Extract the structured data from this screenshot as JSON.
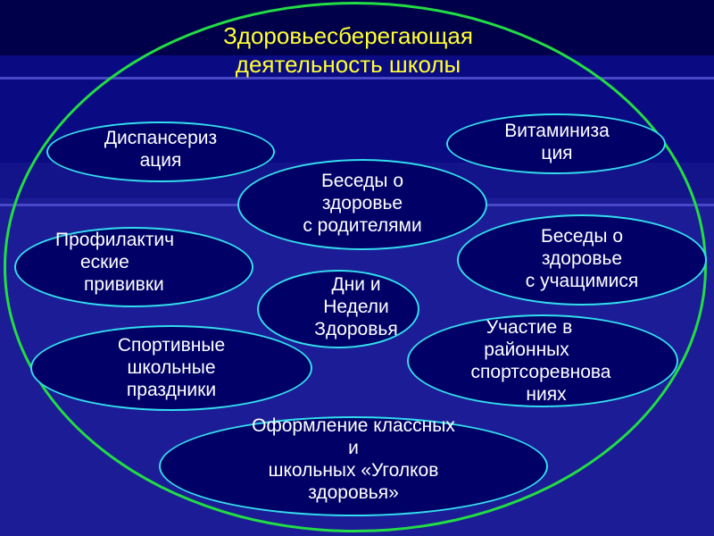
{
  "title": {
    "line1": "Здоровьесберегающая",
    "line2": "деятельность школы"
  },
  "nodes": {
    "dispanserizatsiya": {
      "line1": "Диспансериз",
      "line2": "ация"
    },
    "vitaminizatsiya": {
      "line1": "Витаминиза",
      "line2": "ция"
    },
    "besedy_roditeli": {
      "line1": "Беседы о",
      "line2": "здоровье",
      "line3": "с родителями"
    },
    "privivki": {
      "line1": "Профилактич",
      "line2": "еские",
      "line3": "прививки"
    },
    "besedy_uchashchiesya": {
      "line1": "Беседы о",
      "line2": "здоровье",
      "line3": "с учащимися"
    },
    "dni_zdorovya": {
      "line1": "Дни и",
      "line2": "Недели",
      "line3": "Здоровья"
    },
    "sport_prazdniki": {
      "line1": "Спортивные",
      "line2": "школьные",
      "line3": "праздники"
    },
    "sportsorevnovaniya": {
      "line1": "Участие в",
      "line2": "районных",
      "line3": "спортсоревнова",
      "line4": "ниях"
    },
    "ugolki": {
      "line1": "Оформление классных",
      "line2": "и",
      "line3": "школьных «Уголков",
      "line4": "здоровья»"
    }
  },
  "colors": {
    "background": "#00004a",
    "outer_ellipse": "#22dd44",
    "node_outline": "#33ddee",
    "title_text": "#ffff33",
    "node_text": "#ffffff"
  }
}
